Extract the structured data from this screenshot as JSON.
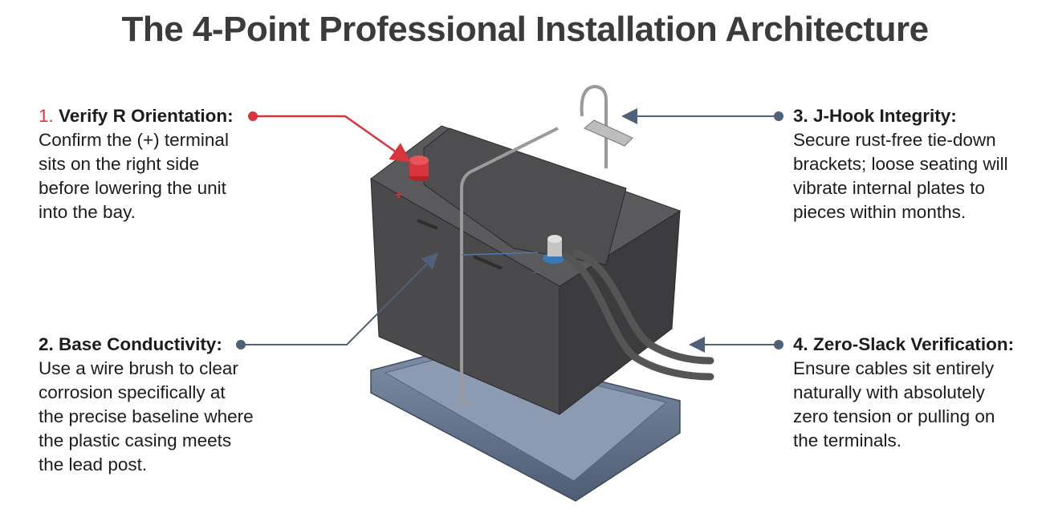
{
  "title": "The 4-Point Professional Installation Architecture",
  "callouts": [
    {
      "number": "1.",
      "heading": "Verify R Orientation:",
      "lines": [
        "Confirm the (+) terminal",
        "sits on the right side",
        "before lowering the unit",
        "into the bay."
      ],
      "color": "#d9343d"
    },
    {
      "number": "2.",
      "heading": "Base Conductivity:",
      "lines": [
        "Use a wire brush to clear",
        "corrosion specifically at",
        "the precise baseline where",
        "the plastic casing meets",
        "the lead post."
      ],
      "color": "#4f6178"
    },
    {
      "number": "3.",
      "heading": "J-Hook Integrity:",
      "lines": [
        "Secure rust-free tie-down",
        "brackets; loose seating will",
        "vibrate internal plates to",
        "pieces within months."
      ],
      "color": "#4f6178"
    },
    {
      "number": "4.",
      "heading": "Zero-Slack Verification:",
      "lines": [
        "Ensure cables sit entirely",
        "naturally with absolutely",
        "zero tension or pulling on",
        "the terminals."
      ],
      "color": "#4f6178"
    }
  ],
  "battery": {
    "positive_symbol": "+",
    "negative_symbol": "−"
  }
}
